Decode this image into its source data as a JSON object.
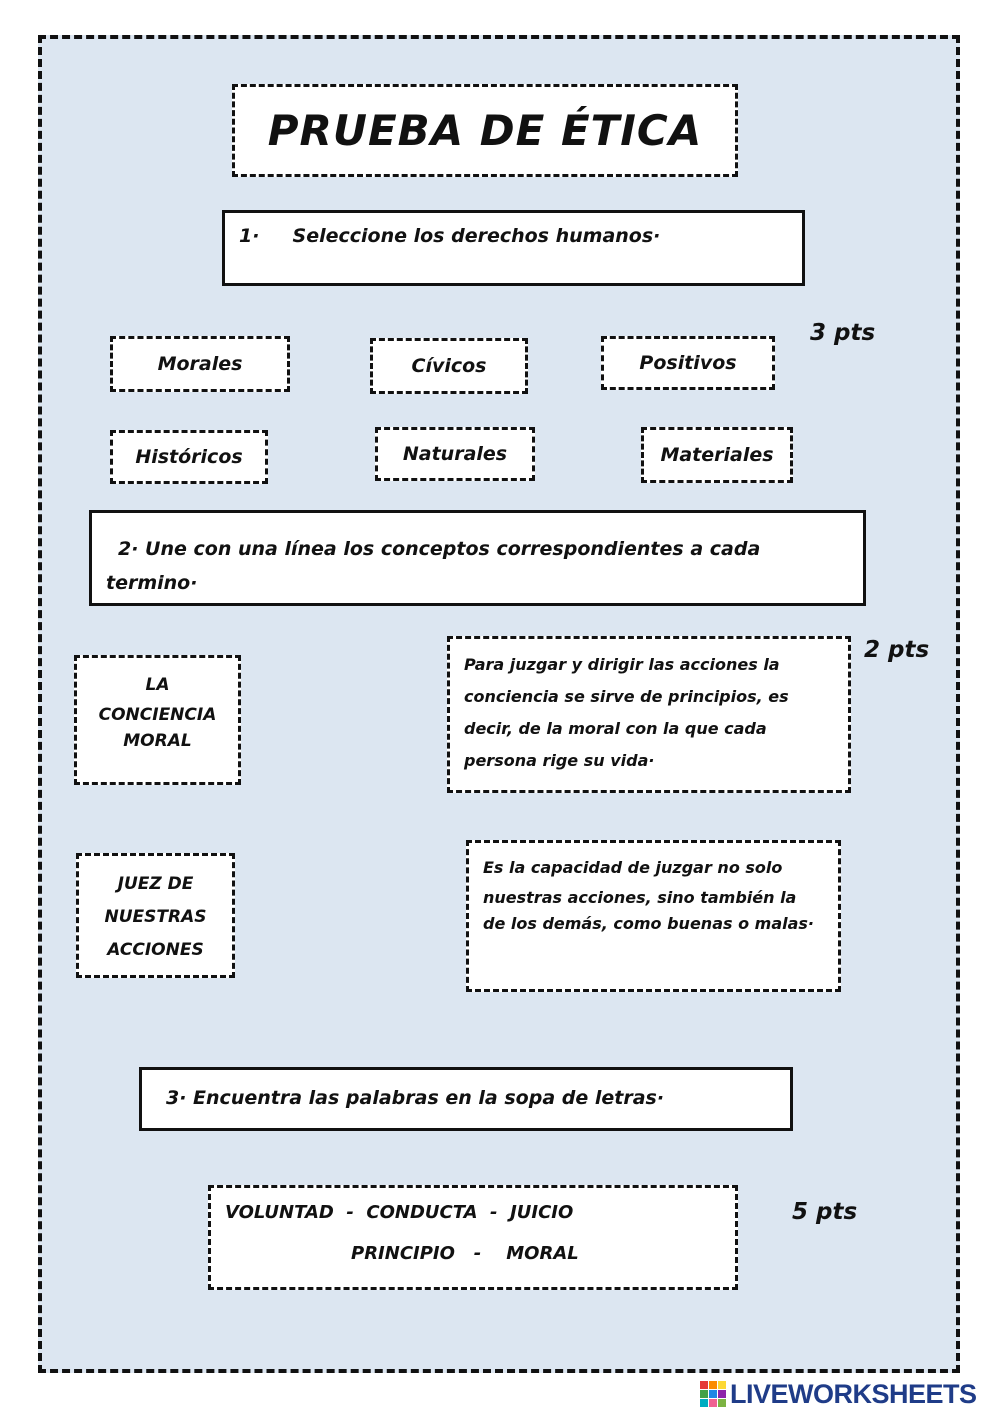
{
  "title": "PRUEBA DE ÉTICA",
  "section1": {
    "question": "1·     Seleccione los derechos humanos·",
    "points": "3 pts",
    "options": [
      "Morales",
      "Cívicos",
      "Positivos",
      "Históricos",
      "Naturales",
      "Materiales"
    ]
  },
  "section2": {
    "question_line1": "2· Une con una línea los conceptos correspondientes a cada",
    "question_line2": "termino·",
    "points": "2 pts",
    "terms": [
      [
        "LA",
        "CONCIENCIA",
        "MORAL"
      ],
      [
        "JUEZ DE",
        "NUESTRAS",
        "ACCIONES"
      ]
    ],
    "definitions": [
      [
        "Para juzgar y dirigir las acciones la",
        "conciencia se sirve de principios, es",
        "decir, de la moral con la que cada",
        "persona rige su vida·"
      ],
      [
        "Es la capacidad de juzgar no solo",
        "nuestras acciones, sino también la",
        "de los demás, como buenas o malas·"
      ]
    ]
  },
  "section3": {
    "question": "3· Encuentra las palabras en la sopa de letras·",
    "points": "5 pts",
    "words_line1": "VOLUNTAD  -  CONDUCTA  -  JUICIO",
    "words_line2": "PRINCIPIO   -    MORAL"
  },
  "footer": {
    "brand": "LIVEWORKSHEETS",
    "logo_colors": [
      "#e53935",
      "#fb8c00",
      "#fdd835",
      "#43a047",
      "#1e88e5",
      "#8e24aa",
      "#00acc1",
      "#f06292",
      "#7cb342"
    ]
  }
}
